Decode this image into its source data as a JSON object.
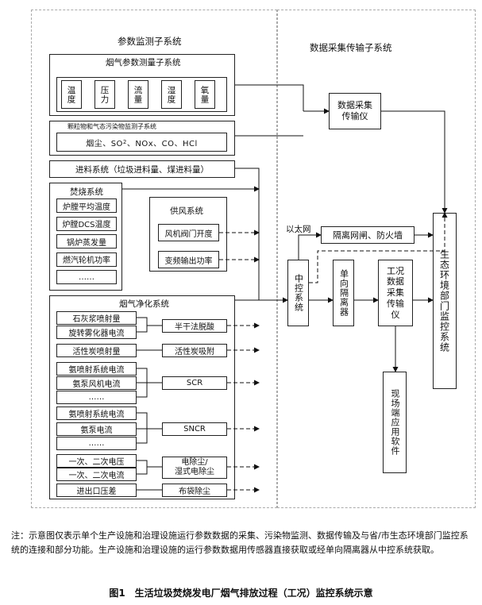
{
  "subsystems": {
    "param": "参数监测子系统",
    "data": "数据采集传输子系统"
  },
  "flue_param": {
    "title": "烟气参数测量子系统",
    "items": [
      "温度",
      "压力",
      "流量",
      "湿度",
      "氧量"
    ]
  },
  "particulate": {
    "title": "颗粒物和气态污染物监测子系统",
    "items_prefix": "烟尘、SO",
    "items_sub": "2",
    "items_suffix": "、NOx、CO、HCl"
  },
  "feed": "进料系统（垃圾进料量、煤进料量）",
  "incinerator": {
    "title": "焚烧系统",
    "items": [
      "炉膛平均温度",
      "炉膛DCS温度",
      "锅炉蒸发量",
      "燃汽轮机功率",
      "……"
    ]
  },
  "air_supply": {
    "title": "供风系统",
    "items": [
      "风机阀门开度",
      "变频输出功率"
    ]
  },
  "purification": {
    "title": "烟气净化系统",
    "g1": [
      "石灰浆喷射量",
      "旋转雾化器电流"
    ],
    "g1_proc": "半干法脱酸",
    "g2": [
      "活性炭喷射量"
    ],
    "g2_proc": "活性炭吸附",
    "g3": [
      "氨喷射系统电流",
      "氨泵风机电流",
      "……"
    ],
    "g3_proc": "SCR",
    "g4": [
      "氨喷射系统电流",
      "氨泵电流",
      "……"
    ],
    "g4_proc": "SNCR",
    "g5": [
      "一次、二次电压",
      "一次、二次电流"
    ],
    "g5_proc": [
      "电除尘/",
      "湿式电除尘"
    ],
    "g6": [
      "进出口压差"
    ],
    "g6_proc": "布袋除尘"
  },
  "dau": [
    "数据采集",
    "传输仪"
  ],
  "ethernet": "以太网",
  "gateway": "隔离网闸、防火墙",
  "central": "中控系统",
  "isolator": "单向隔离器",
  "wc_dau": [
    "工况",
    "数据",
    "采集",
    "传输",
    "仪"
  ],
  "field": "现场端应用软件",
  "eco": "生态环境部门监控系统",
  "note": "注：示意图仅表示单个生产设施和治理设施运行参数数据的采集、污染物监测、数据传输及与省/市生态环境部门监控系统的连接和部分功能。生产设施和治理设施的运行参数数据用传感器直接获取或经单向隔离器从中控系统获取。",
  "caption": "图1　生活垃圾焚烧发电厂烟气排放过程（工况）监控系统示意"
}
